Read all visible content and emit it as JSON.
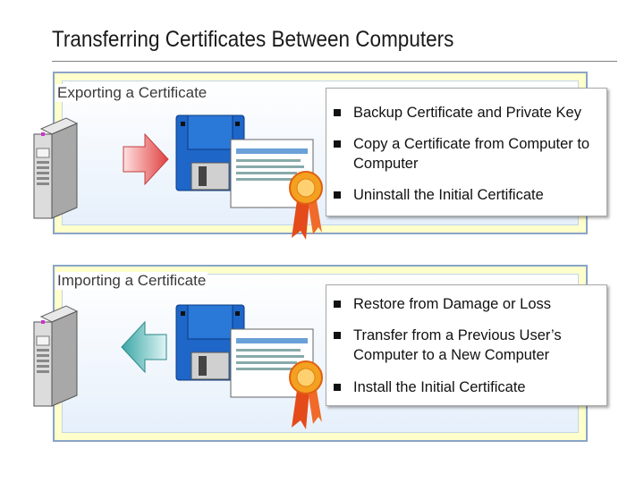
{
  "title": "Transferring Certificates Between Computers",
  "export": {
    "heading": "Exporting a Certificate",
    "bullets": [
      "Backup Certificate and Private Key",
      "Copy a Certificate from Computer to Computer",
      "Uninstall the Initial Certificate"
    ],
    "arrow_color": "#e04040"
  },
  "import": {
    "heading": "Importing a Certificate",
    "bullets": [
      "Restore from Damage or Loss",
      "Transfer from a Previous User’s Computer to a New Computer",
      "Install the Initial Certificate"
    ],
    "arrow_color": "#3aa6a6"
  },
  "icons": [
    "server-icon",
    "arrow-right-icon",
    "floppy-disk-icon",
    "certificate-icon",
    "arrow-left-icon"
  ]
}
